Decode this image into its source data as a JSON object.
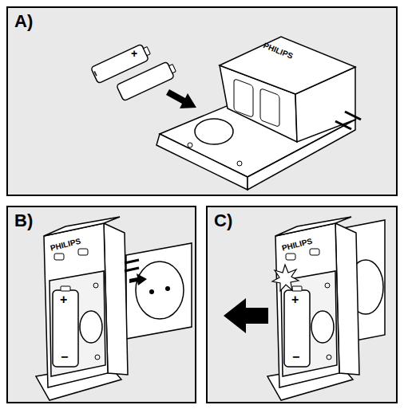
{
  "diagram": {
    "nodes": [
      {
        "text": [
          "A)"
        ]
      },
      {
        "text": [
          "B)"
        ]
      },
      {
        "text": [
          "C)"
        ]
      }
    ],
    "labels": [
      "PHILIPS",
      "−",
      "+",
      "PHILIPS",
      "+",
      "−",
      "PHILIPS",
      "+",
      "−"
    ]
  }
}
